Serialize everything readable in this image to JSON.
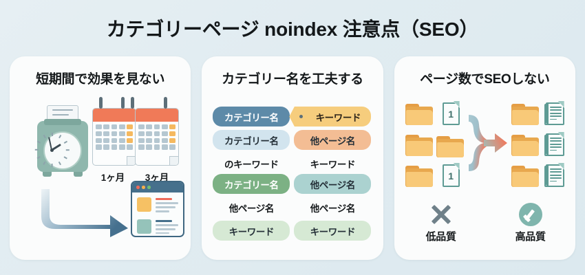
{
  "page": {
    "title": "カテゴリーページ noindex 注意点（SEO）",
    "background_color": "#e3edf1",
    "card_color": "#fbfcfc"
  },
  "panels": [
    {
      "id": "panel-short-term",
      "title": "短期間で効果を見ない",
      "clock": {
        "icon": "alarm-clock-icon",
        "body_color": "#8fb7ad",
        "face_color": "#f7fafa"
      },
      "calendars": [
        {
          "label": "1ヶ月",
          "header_color": "#f07a58",
          "cell_color": "#b5c7d1",
          "highlight_color": "#f5b95f"
        },
        {
          "label": "3ヶ月",
          "header_color": "#f07a58",
          "cell_color": "#b5c7d1",
          "highlight_color": "#f5b95f"
        }
      ],
      "arrow": {
        "icon": "curved-arrow-icon",
        "color": "#4a7290"
      },
      "browser": {
        "icon": "browser-window-icon",
        "frame_color": "#3f6781",
        "dots": [
          "#ef6b5a",
          "#f4ae4c",
          "#6fbd72"
        ],
        "thumbnails": [
          "#f6c164",
          "#95c3ba"
        ]
      }
    },
    {
      "id": "panel-category-name",
      "title": "カテゴリー名を工夫する",
      "chip_groups": [
        {
          "id": "group-top-left",
          "chips": [
            {
              "text": "カテゴリー名",
              "style": "solid-blue",
              "color": "#5d8aa8"
            },
            {
              "text": "カテゴリー名",
              "style": "light-blue",
              "color": "#d2e4ee"
            },
            {
              "text": "のキーワード",
              "style": "plain",
              "color": "transparent"
            }
          ]
        },
        {
          "id": "group-top-right",
          "chips": [
            {
              "text": "キーワード",
              "style": "tag",
              "color": "#f6cd7d",
              "icon": "tag-icon"
            },
            {
              "text": "他ページ名",
              "style": "peach",
              "color": "#f3bd94"
            },
            {
              "text": "キーワード",
              "style": "plain",
              "color": "transparent"
            }
          ]
        },
        {
          "id": "group-bottom-left",
          "chips": [
            {
              "text": "カテゴリー名",
              "style": "solid-green",
              "color": "#7cb184"
            },
            {
              "text": "他ページ名",
              "style": "plain",
              "color": "transparent"
            },
            {
              "text": "キーワード",
              "style": "light-green",
              "color": "#d6e9d4"
            }
          ]
        },
        {
          "id": "group-bottom-right",
          "chips": [
            {
              "text": "他ページ名",
              "style": "teal",
              "color": "#abd2d0"
            },
            {
              "text": "他ページ名",
              "style": "plain",
              "color": "transparent"
            },
            {
              "text": "キーワード",
              "style": "light-green",
              "color": "#d6e9d4"
            }
          ]
        }
      ]
    },
    {
      "id": "panel-page-count",
      "title": "ページ数でSEOしない",
      "left_group": {
        "folder_count": 4,
        "doc_count": 2,
        "doc_label": "1",
        "folder_color": "#f8c978",
        "doc_color": "#5e9b94"
      },
      "right_group": {
        "folder_count": 3,
        "doc_count": 3,
        "folder_color": "#f8c978",
        "doc_color": "#5e9b94"
      },
      "merge_arrow": {
        "icon": "merge-arrow-icon",
        "start_color": "#8fb9c4",
        "end_color": "#ef7a5e"
      },
      "quality": [
        {
          "label": "低品質",
          "icon": "cross-icon",
          "color": "#6f8089"
        },
        {
          "label": "高品質",
          "icon": "check-circle-icon",
          "color": "#7fb5ad"
        }
      ]
    }
  ]
}
